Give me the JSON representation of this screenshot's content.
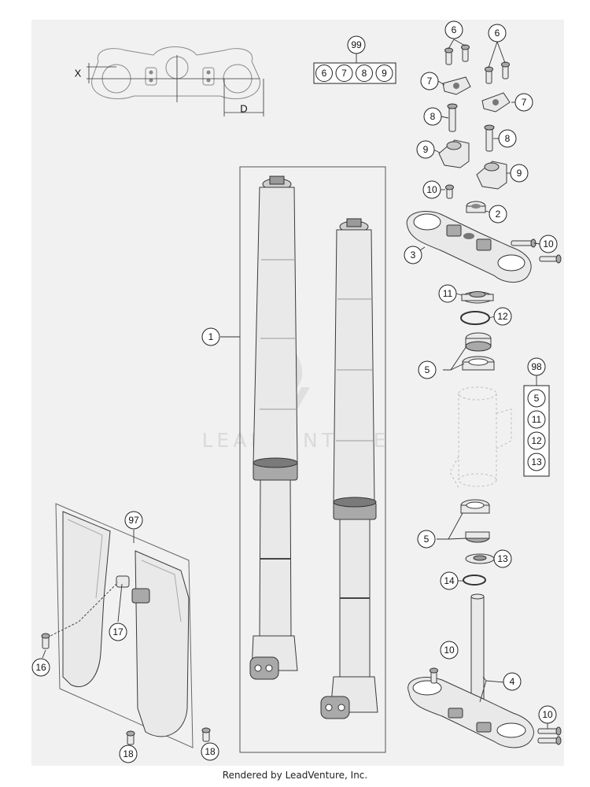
{
  "diagram": {
    "dimension_labels": {
      "x": "X",
      "d": "D"
    },
    "watermark": "LEADVENTURE",
    "callouts": {
      "c1": "1",
      "c2": "2",
      "c3": "3",
      "c4": "4",
      "c5a": "5",
      "c5b": "5",
      "c6a": "6",
      "c6b": "6",
      "c7a": "7",
      "c7b": "7",
      "c8a": "8",
      "c8b": "8",
      "c9a": "9",
      "c9b": "9",
      "c10a": "10",
      "c10b": "10",
      "c10c": "10",
      "c10d": "10",
      "c11": "11",
      "c12": "12",
      "c13": "13",
      "c14": "14",
      "c16": "16",
      "c17": "17",
      "c18a": "18",
      "c18b": "18",
      "c97": "97",
      "c98": "98",
      "c99": "99"
    },
    "kit_99": {
      "items": [
        "6",
        "7",
        "8",
        "9"
      ]
    },
    "kit_98": {
      "items": [
        "5",
        "11",
        "12",
        "13"
      ]
    }
  },
  "footer": {
    "text": "Rendered by LeadVenture, Inc."
  }
}
